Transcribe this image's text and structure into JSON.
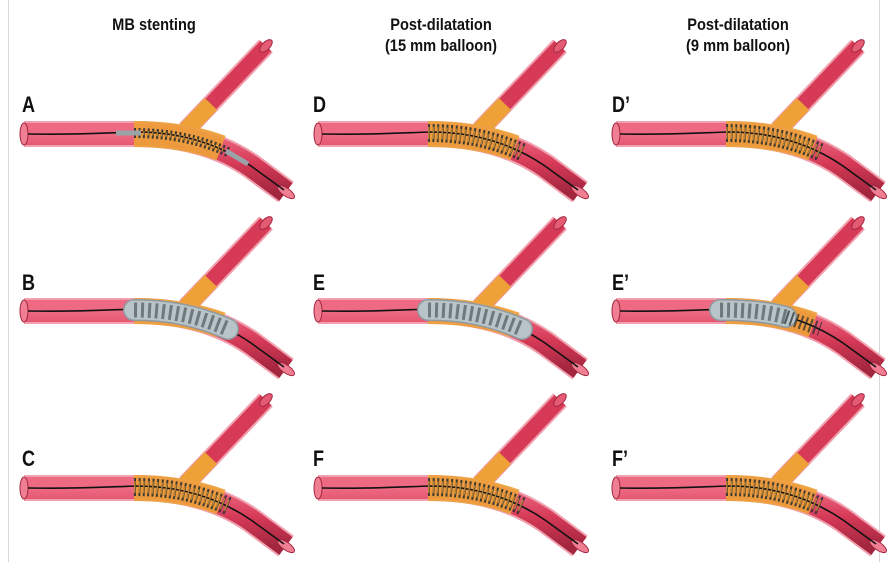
{
  "columns": [
    {
      "title_line1": "MB stenting",
      "title_line2": ""
    },
    {
      "title_line1": "Post-dilatation",
      "title_line2": "(15 mm balloon)"
    },
    {
      "title_line1": "Post-dilatation",
      "title_line2": "(9 mm  balloon)"
    }
  ],
  "panels": [
    {
      "label": "A",
      "state": "wire-stent-crimped"
    },
    {
      "label": "B",
      "state": "balloon-inflated"
    },
    {
      "label": "C",
      "state": "stent-deployed"
    },
    {
      "label": "D",
      "state": "stent-expanded"
    },
    {
      "label": "E",
      "state": "balloon-inflated"
    },
    {
      "label": "F",
      "state": "stent-expanded"
    },
    {
      "label": "D’",
      "state": "stent-expanded"
    },
    {
      "label": "E’",
      "state": "balloon-inflated-short"
    },
    {
      "label": "F’",
      "state": "stent-expanded"
    }
  ],
  "colors": {
    "vessel": "#d63a57",
    "vessel_dark": "#a3263f",
    "vessel_rim": "#f0a0ae",
    "plaque": "#eda137",
    "stent": "#1f2a2e",
    "balloon": "#b9c4c8",
    "wire": "#111111",
    "catheter": "#9aa3a8"
  }
}
